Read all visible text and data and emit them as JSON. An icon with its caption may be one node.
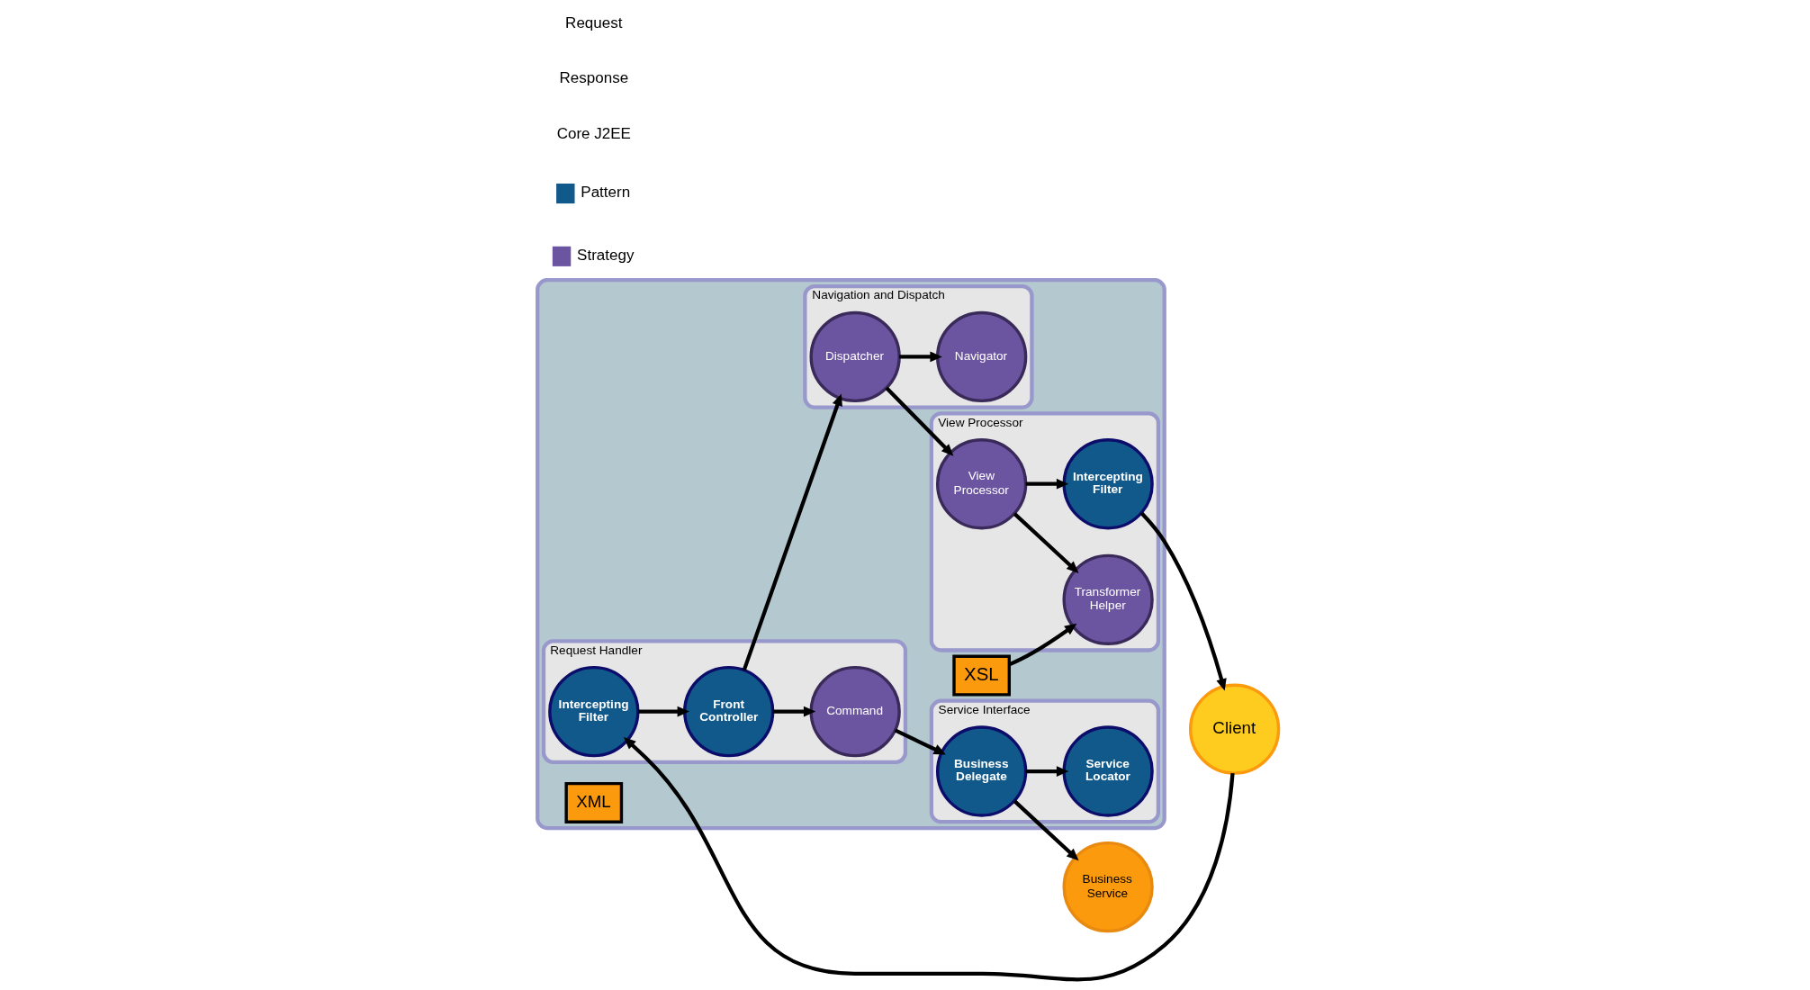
{
  "diagram": {
    "nodes": [
      {
        "text": [],
        "shape": "box"
      },
      {
        "text": [
          "Client"
        ]
      },
      {
        "text": [
          "Request Handler"
        ],
        "in": 0
      },
      {
        "text": [
          "Intercepting Filter"
        ],
        "in": 2
      },
      {
        "text": [
          "Front Controller"
        ],
        "in": 2
      },
      {
        "text": [
          "Command"
        ],
        "in": 2
      },
      {
        "text": [
          "Service Interface"
        ],
        "in": 0
      },
      {
        "text": [
          "Business Delegate"
        ],
        "in": 6
      },
      {
        "text": [
          "Business Service"
        ]
      },
      {
        "text": [
          "Navigation and Dispatch"
        ],
        "in": 0
      },
      {
        "text": [
          "Navigator"
        ],
        "in": 9
      },
      {
        "text": [
          "Dispatcher"
        ],
        "in": 9
      },
      {
        "text": [
          "Service Locator"
        ],
        "in": 6
      },
      {
        "text": [
          "XML"
        ],
        "in": 0
      },
      {
        "text": [
          "View Processor"
        ],
        "in": 0
      },
      {
        "text": [
          "Intercepting Filter"
        ],
        "in": 14
      },
      {
        "text": [
          "View Processor"
        ],
        "in": 14
      },
      {
        "text": [
          "Transformer Helper"
        ],
        "in": 14
      },
      {
        "text": [
          "XSL"
        ],
        "in": 0
      }
    ],
    "edges": [
      {
        "from": 1,
        "to": 3,
        "arrow": "to"
      },
      {
        "from": 3,
        "to": 4,
        "arrow": "to"
      },
      {
        "from": 4,
        "to": 5,
        "arrow": "to"
      },
      {
        "from": 5,
        "to": 7,
        "arrow": "to"
      },
      {
        "from": 7,
        "to": 8,
        "arrow": "to"
      },
      {
        "from": 4,
        "to": 11,
        "arrow": "to"
      },
      {
        "from": 7,
        "to": 12,
        "arrow": "to"
      },
      {
        "from": 11,
        "to": 10,
        "arrow": "to"
      },
      {
        "from": 11,
        "to": 16,
        "arrow": "to"
      },
      {
        "from": 16,
        "to": 15,
        "arrow": "to"
      },
      {
        "from": 16,
        "to": 17,
        "arrow": "to"
      },
      {
        "from": 18,
        "to": 17,
        "arrow": "to"
      },
      {
        "from": 15,
        "to": 1,
        "arrow": "to"
      }
    ],
    "labels": [
      "Request",
      "Response",
      "Core J2EE"
    ],
    "legend": [
      {
        "text": "Pattern",
        "color": "#12598b"
      },
      {
        "text": "Strategy",
        "color": "#6b55a0"
      }
    ]
  }
}
